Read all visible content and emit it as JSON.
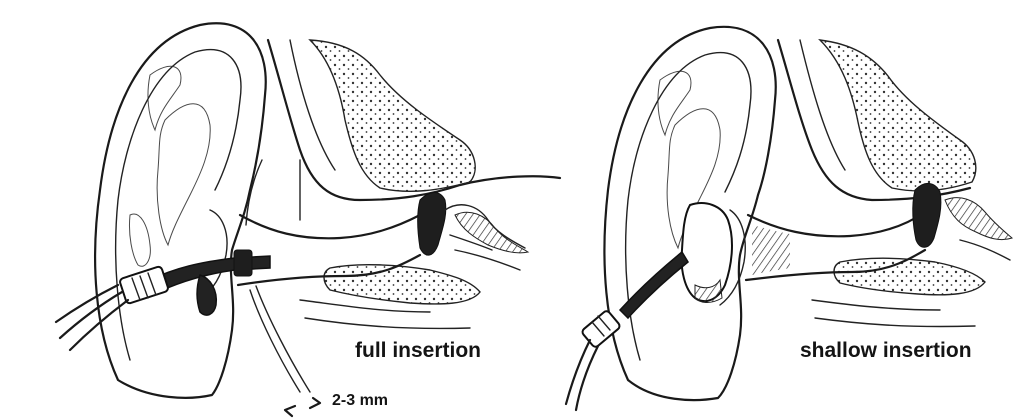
{
  "labels": {
    "full": "full insertion",
    "shallow": "shallow insertion",
    "depth": "2-3 mm"
  }
}
